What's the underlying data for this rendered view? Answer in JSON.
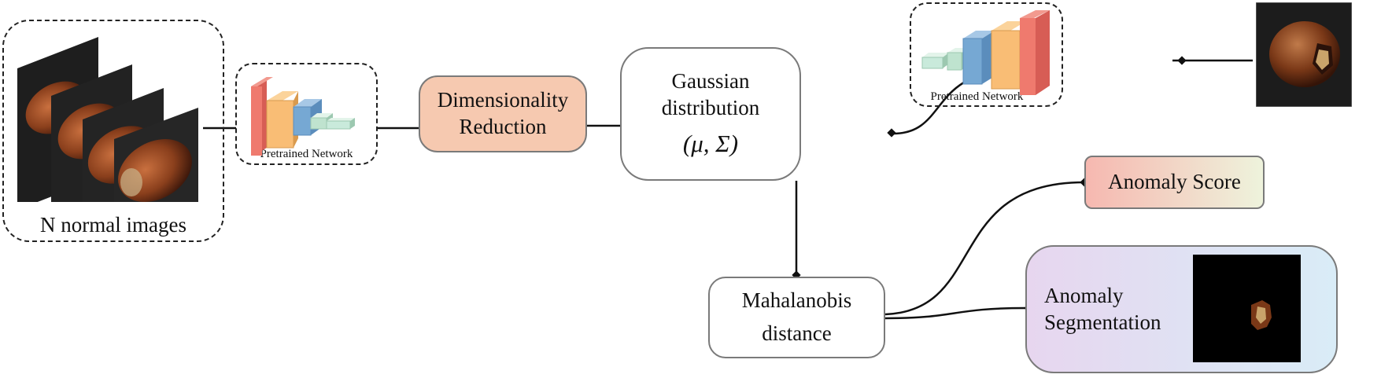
{
  "nodes": {
    "normal_images": "N normal images",
    "pretrained_left": "Pretrained Network",
    "dim_reduction": [
      "Dimensionality",
      "Reduction"
    ],
    "gaussian": [
      "Gaussian",
      "distribution",
      "(μ, Σ)"
    ],
    "pretrained_right": "Pretrained Network",
    "mahalanobis": [
      "Mahalanobis",
      "distance"
    ],
    "anomaly_score": "Anomaly Score",
    "anomaly_segmentation": [
      "Anomaly",
      "Segmentation"
    ]
  },
  "colors": {
    "dim_reduction_fill": "#f6c9b0",
    "layer_red": "#ef7a6e",
    "layer_orange": "#f9bd75",
    "layer_blue": "#76a8d3",
    "layer_green": "#bfe3cf",
    "hazelnut": "#8a3f1c",
    "score_gradient": [
      "#f6b8b0",
      "#eef3dc"
    ],
    "segmentation_gradient": [
      "#e7d6ef",
      "#d9ecf7"
    ]
  },
  "icons": [
    "hazelnut-image-stack",
    "cnn-layers-icon",
    "defective-hazelnut-image",
    "segmentation-mask-image"
  ]
}
